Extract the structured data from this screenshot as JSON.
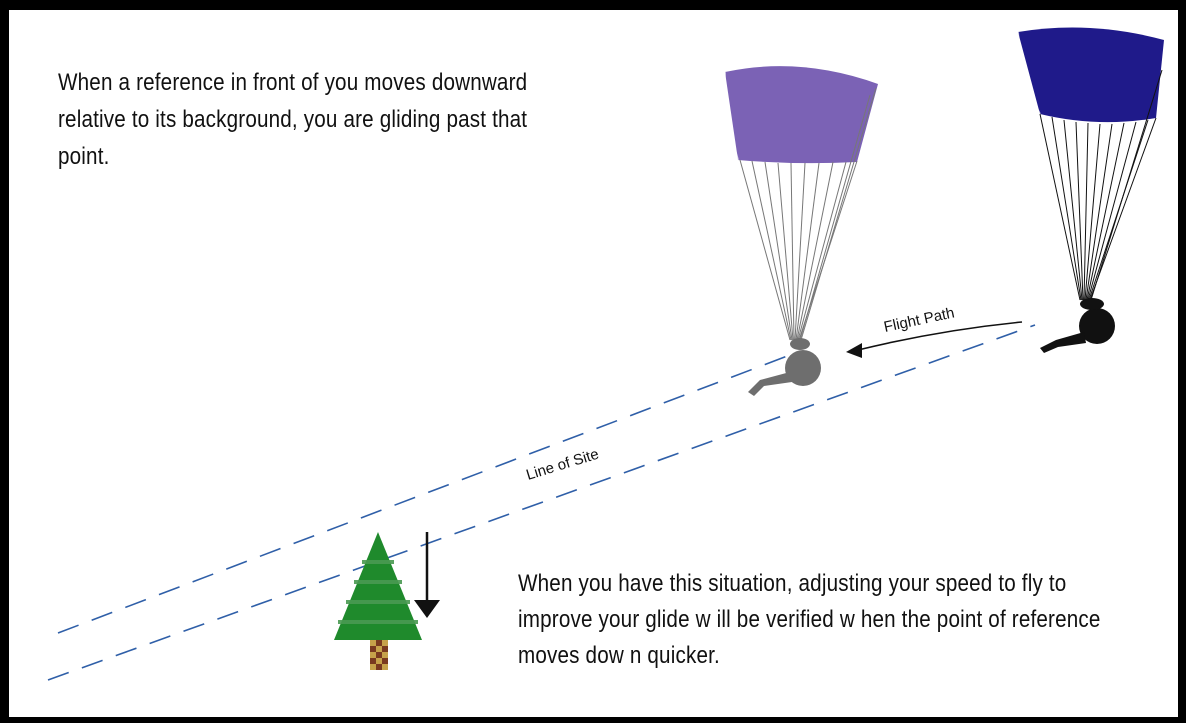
{
  "top_note": {
    "lines": [
      "When a reference in front of you moves downward",
      "relative to its background, you are gliding past that",
      "point."
    ]
  },
  "bottom_note": {
    "lines": [
      "When  you have this situation, adjusting your speed to fly to",
      "improve your glide w ill be verified w hen the point of reference",
      "moves dow n quicker."
    ]
  },
  "labels": {
    "flight_path": "Flight Path",
    "line_of_site": "Line of Site"
  },
  "icons": {
    "near_canopy": "paraglider-canopy-icon",
    "far_canopy": "paraglider-canopy-icon",
    "near_pilot": "pilot-icon",
    "far_pilot": "pilot-icon",
    "tree": "pine-tree-icon",
    "down_arrow": "down-arrow-icon"
  },
  "colors": {
    "canopy_light": "#7b62b5",
    "canopy_dark": "#1f1a8a",
    "pilot_near": "#6e6e6e",
    "pilot_far": "#111111",
    "line_of_site": "#2f5fa8",
    "tree_green": "#1f8a2c",
    "tree_trunk": "#7a3a1f"
  }
}
